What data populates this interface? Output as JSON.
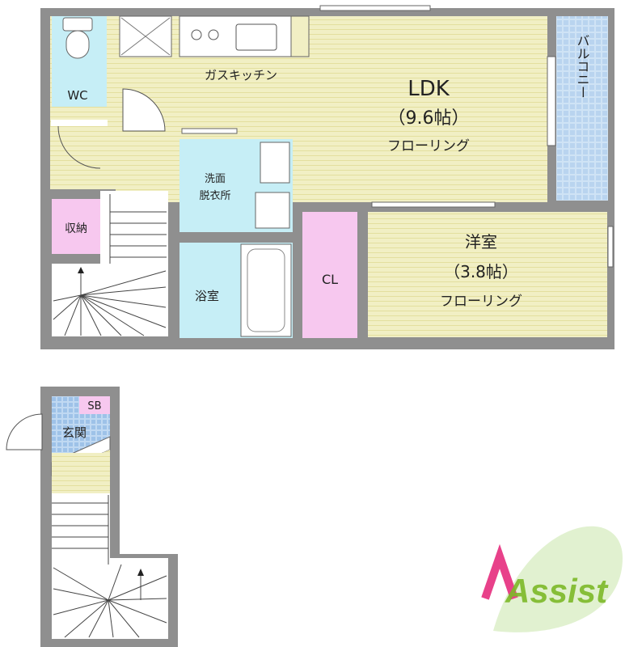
{
  "rooms": {
    "ldk": {
      "name": "LDK",
      "size": "（9.6帖）",
      "floor": "フローリング"
    },
    "western": {
      "name": "洋室",
      "size": "（3.8帖）",
      "floor": "フローリング"
    },
    "kitchen": "ガスキッチン",
    "balcony": "バルコニー",
    "wc": "WC",
    "washroom_line1": "洗面",
    "washroom_line2": "脱衣所",
    "storage": "収納",
    "bath": "浴室",
    "closet": "CL",
    "shoe_box": "SB",
    "entrance": "玄関"
  },
  "logo": {
    "text": "Assist"
  },
  "colors": {
    "wall": "#8f8f8f",
    "floor": "#f1efc4",
    "floor_line": "#e3df9e",
    "wet": "#c6eef6",
    "storage": "#f7c8ef",
    "balcony": "#cfe3f5",
    "tile": "#9ec2e8",
    "logo_green": "#7db928",
    "logo_pink": "#e8418a"
  }
}
